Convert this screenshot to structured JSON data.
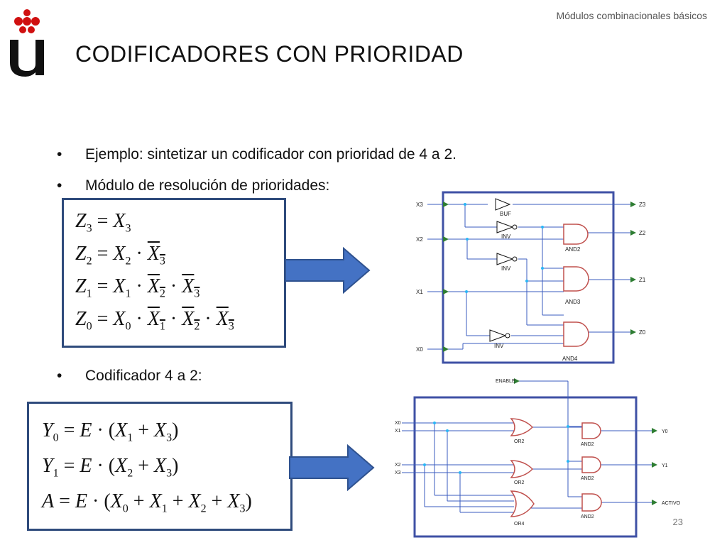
{
  "header": {
    "section": "Módulos combinacionales básicos"
  },
  "title": "CODIFICADORES CON PRIORIDAD",
  "bullets": [
    "Ejemplo: sintetizar un codificador con prioridad de 4 a 2.",
    "Módulo de resolución de prioridades:",
    "Codificador 4 a 2:"
  ],
  "priority_equations": [
    {
      "lhs": "Z",
      "lhs_sub": "3",
      "rhs": [
        {
          "v": "X",
          "s": "3",
          "bar": false
        }
      ]
    },
    {
      "lhs": "Z",
      "lhs_sub": "2",
      "rhs": [
        {
          "v": "X",
          "s": "2",
          "bar": false
        },
        {
          "v": "X",
          "s": "3",
          "bar": true
        }
      ]
    },
    {
      "lhs": "Z",
      "lhs_sub": "1",
      "rhs": [
        {
          "v": "X",
          "s": "1",
          "bar": false
        },
        {
          "v": "X",
          "s": "2",
          "bar": true
        },
        {
          "v": "X",
          "s": "3",
          "bar": true
        }
      ]
    },
    {
      "lhs": "Z",
      "lhs_sub": "0",
      "rhs": [
        {
          "v": "X",
          "s": "0",
          "bar": false
        },
        {
          "v": "X",
          "s": "1",
          "bar": true
        },
        {
          "v": "X",
          "s": "2",
          "bar": true
        },
        {
          "v": "X",
          "s": "3",
          "bar": true
        }
      ]
    }
  ],
  "encoder_equations": [
    {
      "lhs": "Y",
      "lhs_sub": "0",
      "terms": [
        "1",
        "3"
      ]
    },
    {
      "lhs": "Y",
      "lhs_sub": "1",
      "terms": [
        "2",
        "3"
      ]
    },
    {
      "lhs": "A",
      "lhs_sub": "",
      "terms": [
        "0",
        "1",
        "2",
        "3"
      ]
    }
  ],
  "equation_symbols": {
    "enable": "E",
    "var": "X",
    "dot": "·",
    "plus": "+",
    "eq": "="
  },
  "circuit1": {
    "inputs": [
      "X3",
      "X2",
      "X1",
      "X0"
    ],
    "outputs": [
      "Z3",
      "Z2",
      "Z1",
      "Z0"
    ],
    "gates": [
      "BUF",
      "INV",
      "INV",
      "INV",
      "AND2",
      "AND3",
      "AND4"
    ]
  },
  "circuit2": {
    "enable": "ENABLE",
    "inputs": [
      "X0",
      "X1",
      "X2",
      "X3"
    ],
    "outputs": [
      "Y0",
      "Y1",
      "ACTIVO"
    ],
    "gates": [
      "OR2",
      "OR2",
      "OR4",
      "AND2",
      "AND2",
      "AND2"
    ]
  },
  "page_number": "23",
  "colors": {
    "box_border": "#2f4b7c",
    "arrow": "#4472c4",
    "circuit_border": "#3f51a5",
    "and_gate": "#c0504d",
    "wire": "#3a5bbf"
  }
}
